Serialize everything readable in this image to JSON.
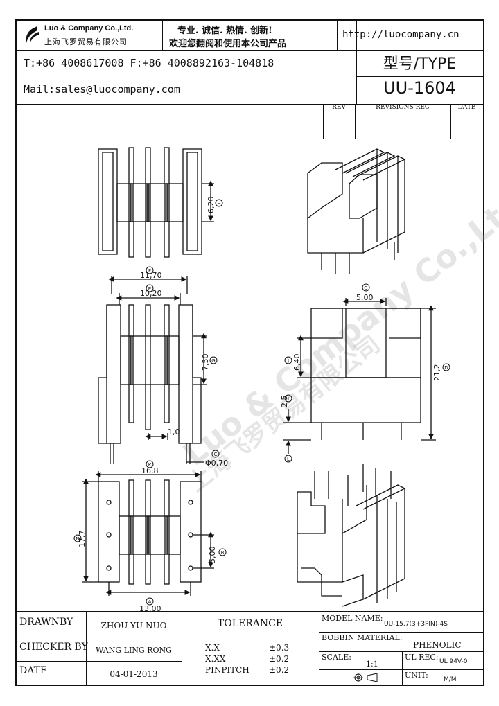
{
  "header": {
    "company_en": "Luo & Company Co.,Ltd.",
    "company_cn": "上海飞罗贸易有限公司",
    "slogan_line1": "专业. 诚信.  热情.  创新!",
    "slogan_line2": "欢迎您翻阅和使用本公司产品",
    "website": "http://luocompany.cn",
    "phone_fax": "T:+86 4008617008 F:+86 4008892163-104818",
    "email": "Mail:sales@luocompany.com",
    "type_label": "型号/TYPE",
    "part_number": "UU-1604"
  },
  "revisions": {
    "col_rev": "REV",
    "col_rec": "REVISIONS REC",
    "col_date": "DATE"
  },
  "watermark": {
    "line1": "Luo & Company Co.,Ltd",
    "line2": "上海飞罗贸易有限公司"
  },
  "dimensions": {
    "d_6_20": "6,20",
    "d_11_70": "11,70",
    "d_10_20": "10,20",
    "d_7_50": "7,50",
    "d_1_0": "1,0",
    "d_phi_0_70": "Φ0,70",
    "d_16_8": "16,8",
    "d_17_7": "17,7",
    "d_5_00_bottom": "5,00",
    "d_13_00": "13,00",
    "d_5_00_top": "5,00",
    "d_6_40": "6,40",
    "d_21_2": "21,2",
    "d_2_5": "2,5",
    "letters": {
      "A": "A",
      "B": "B",
      "C": "C",
      "D": "D",
      "E": "E",
      "F": "F",
      "G": "G",
      "H": "H",
      "I": "I",
      "J": "J",
      "K": "K",
      "L": "L",
      "N": "N"
    }
  },
  "title_block": {
    "drawnby_label": "DRAWNBY",
    "drawnby_value": "ZHOU YU NUO",
    "checker_label": "CHECKER BY",
    "checker_value": "WANG LING RONG",
    "date_label": "DATE",
    "date_value": "04-01-2013",
    "tolerance_label": "TOLERANCE",
    "tol_xx_label": "X.X",
    "tol_xx_value": "±0.3",
    "tol_xxx_label": "X.XX",
    "tol_xxx_value": "±0.2",
    "tol_pin_label": "PINPITCH",
    "tol_pin_value": "±0.2",
    "model_label": "MODEL NAME:",
    "model_value": "UU-15.7(3+3PIN)-4S",
    "material_label": "BOBBIN MATERIAL:",
    "material_value": "PHENOLIC",
    "scale_label": "SCALE:",
    "scale_value": "1:1",
    "ulrec_label": "UL REC:",
    "ulrec_value": "UL 94V-0",
    "unit_label": "UNIT:",
    "unit_value": "M/M"
  }
}
